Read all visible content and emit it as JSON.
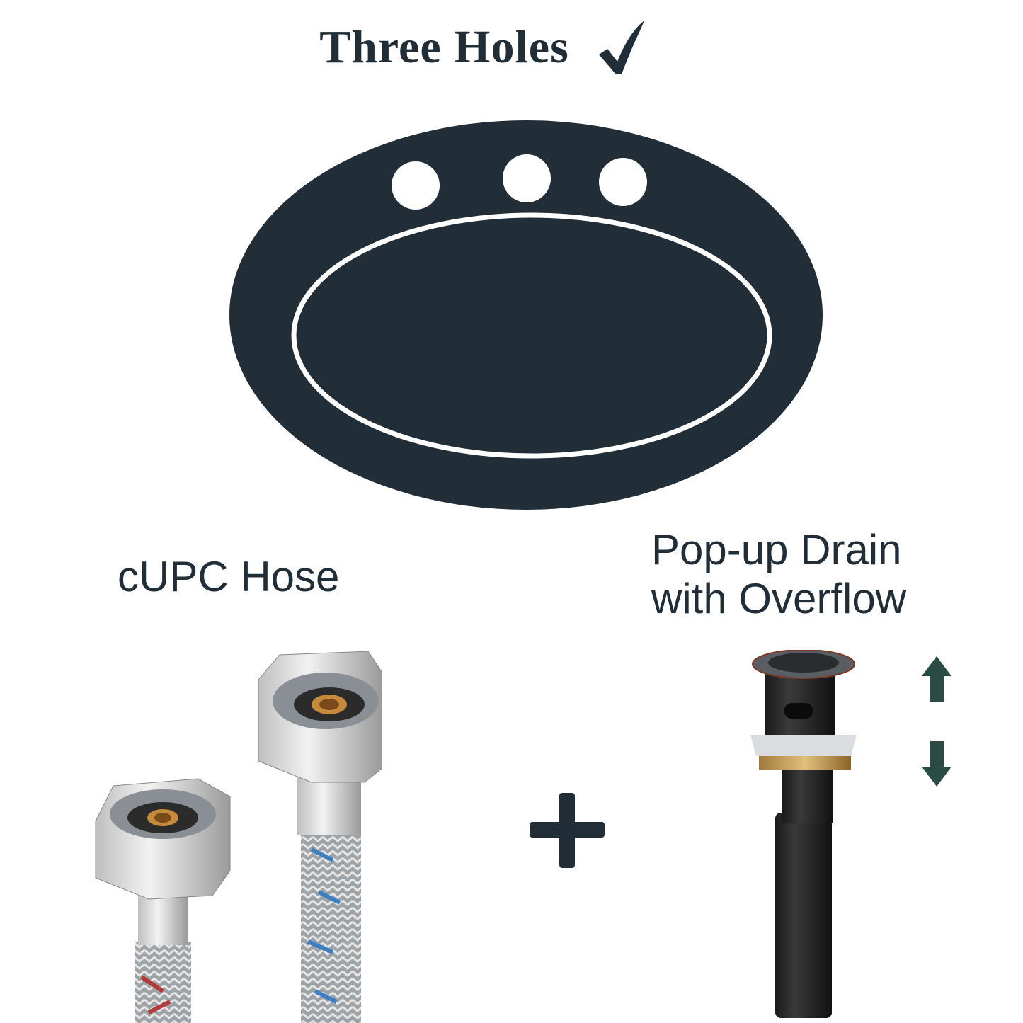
{
  "header": {
    "title": "Three Holes",
    "check_icon": "checkmark-icon"
  },
  "sink_diagram": {
    "hole_count": 3,
    "fill_color": "#212d37",
    "hole_color": "#ffffff"
  },
  "items": [
    {
      "label": "cUPC Hose",
      "image": "braided-hose-pair"
    },
    {
      "label_line1": "Pop-up Drain",
      "label_line2": "with Overflow",
      "image": "pop-up-drain"
    }
  ],
  "connector": {
    "icon": "plus-icon"
  },
  "arrows": {
    "up": "arrow-up-icon",
    "down": "arrow-down-icon",
    "color": "#2a4c45"
  },
  "colors": {
    "primary": "#212d37",
    "accent": "#2a4c45",
    "background": "#ffffff"
  }
}
